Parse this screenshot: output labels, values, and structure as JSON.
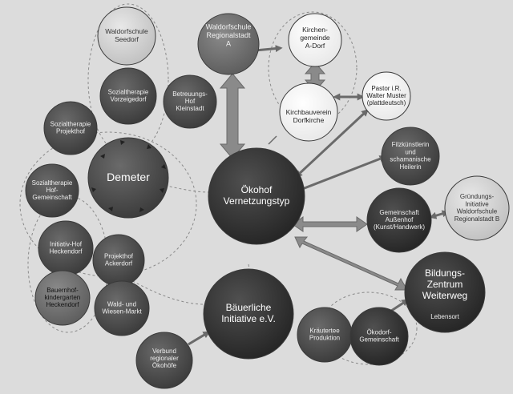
{
  "nodes": {
    "waldorf_seedorf": [
      "Waldorfschule",
      "Seedorf"
    ],
    "waldorf_regional_a": [
      "Waldorfschule",
      "Regionalstadt",
      "A"
    ],
    "kirchengemeinde": [
      "Kirchen-",
      "gemeinde",
      "A-Dorf"
    ],
    "pastor": [
      "Pastor i.R.",
      "Walter Muster",
      "(plattdeutsch)"
    ],
    "sozialtherapie_vorzeigedorf": [
      "Sozialtherapie",
      "Vorzeigedorf"
    ],
    "betreuungshof": [
      "Betreuungs-",
      "Hof",
      "Kleinstadt"
    ],
    "kirchbauverein": [
      "Kirchbauverein",
      "Dorfkirche"
    ],
    "sozialtherapie_projekthof": [
      "Sozialtherapie",
      "Projekthof"
    ],
    "demeter": [
      "Demeter"
    ],
    "filzkuenstlerin": [
      "Filzkünstlerin",
      "und",
      "schamanische",
      "Heilerin"
    ],
    "oekohof": [
      "Ökohof",
      "Vernetzungstyp"
    ],
    "sozialtherapie_hof": [
      "Sozialtherapie",
      "Hof-",
      "Gemeinschaft"
    ],
    "gruendungsinitiative": [
      "Gründungs-",
      "Initiative",
      "Waldorfschule",
      "Regionalstadt B"
    ],
    "gemeinschaft_aussenhof": [
      "Gemeinschaft",
      "Außenhof",
      "(Kunst/Handwerk)"
    ],
    "initiativ_hof": [
      "Initiativ-Hof",
      "Heckendorf"
    ],
    "projekthof_ackerdorf": [
      "Projekthof",
      "Ackerdorf"
    ],
    "bildungszentrum": [
      "Bildungs-",
      "Zentrum",
      "Weiterweg"
    ],
    "bildungszentrum_sub": "Lebensort",
    "bauernhof_kindergarten": [
      "Bauernhof-",
      "kindergarten",
      "Heckendorf"
    ],
    "wald_wiesen_markt": [
      "Wald- und",
      "Wiesen-Markt"
    ],
    "baeuerliche_initiative": [
      "Bäuerliche",
      "Initiative e.V."
    ],
    "kraeutertee": [
      "Kräutertee",
      "Produktion"
    ],
    "oekodorf": [
      "Ökodorf-",
      "Gemeinschaft"
    ],
    "verbund": [
      "Verbund",
      "regionaler",
      "Ökohöfe"
    ]
  }
}
